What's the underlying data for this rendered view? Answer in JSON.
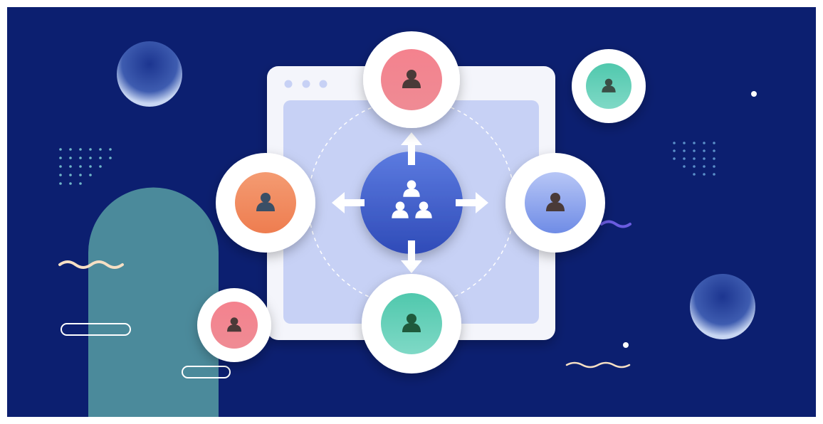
{
  "colors": {
    "background": "#0c1f70",
    "arch": "#4b8a9b",
    "card": "#f4f5fb",
    "panel": "#c7d1f5",
    "hub_top": "#5c7be0",
    "hub_bottom": "#2f4bb8",
    "pink": "#f2858f",
    "orange": "#f1875a",
    "blue_light": "#8ea6ef",
    "green": "#5fcfb4",
    "person_dark": "#4a3a38",
    "person_green": "#1f5a3c",
    "person_slate": "#3a4f66",
    "wave_cream": "#f6dfc4",
    "wave_purple": "#6a5ce0"
  },
  "nodes": [
    {
      "name": "top-user",
      "color": "pink"
    },
    {
      "name": "left-user",
      "color": "orange"
    },
    {
      "name": "right-user",
      "color": "blue_light"
    },
    {
      "name": "bottom-user",
      "color": "green"
    },
    {
      "name": "corner-user-top-right",
      "color": "green"
    },
    {
      "name": "corner-user-bottom-left",
      "color": "pink"
    }
  ],
  "hub_icon": "team-hierarchy-icon",
  "arrow_icons": [
    "arrow-up-icon",
    "arrow-left-icon",
    "arrow-right-icon",
    "arrow-down-icon"
  ]
}
